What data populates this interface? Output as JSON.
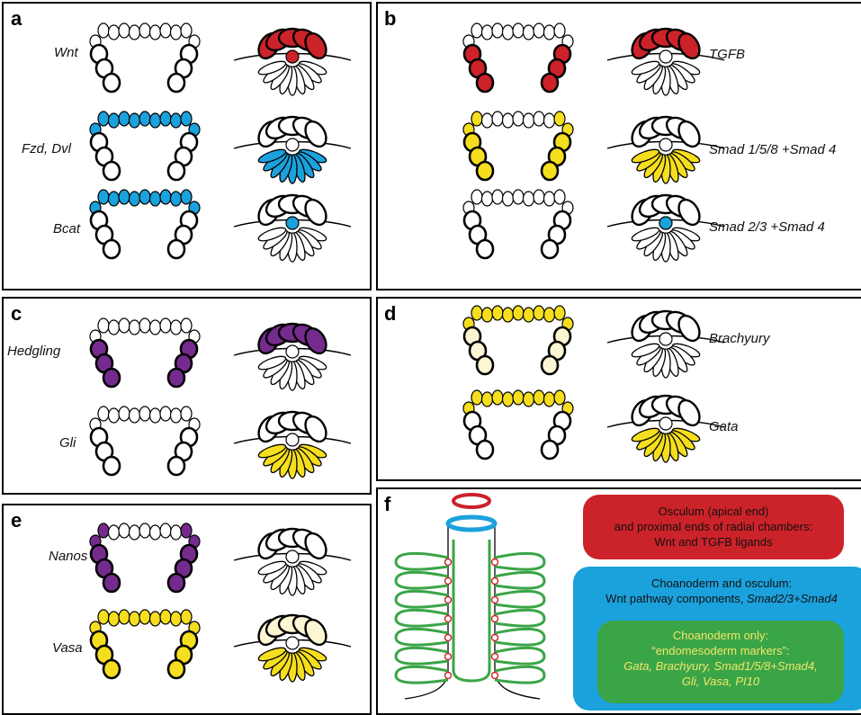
{
  "panels": {
    "a": {
      "letter": "a",
      "labels": [
        "Wnt",
        "Fzd, Dvl",
        "Bcat"
      ]
    },
    "b": {
      "letter": "b",
      "labels": [
        "TGFB",
        "Smad 1/5/8 +Smad 4",
        "Smad 2/3 +Smad 4"
      ]
    },
    "c": {
      "letter": "c",
      "labels": [
        "Hedgling",
        "Gli"
      ]
    },
    "d": {
      "letter": "d",
      "labels": [
        "Brachyury",
        "Gata"
      ]
    },
    "e": {
      "letter": "e",
      "labels": [
        "Nanos",
        "Vasa"
      ]
    },
    "f": {
      "letter": "f"
    }
  },
  "legend": {
    "red": {
      "lines": [
        "Osculum (apical end)",
        "and proximal ends of radial chambers:",
        "Wnt and TGFB ligands"
      ]
    },
    "blue": {
      "line1": "Choanoderm and osculum:",
      "line2_plain": "Wnt pathway components, ",
      "line2_italic": "Smad2/3+Smad4"
    },
    "green": {
      "lines": [
        "Choanoderm only:",
        "“endomesoderm markers”:",
        "Gata, Brachyury, Smad1/5/8+Smad4,",
        "Gli, Vasa, PI10"
      ]
    }
  },
  "colors": {
    "red": "#cc2229",
    "blue": "#1ba1dc",
    "yellow": "#f5de1f",
    "pale_yellow": "#fcf6d2",
    "purple": "#752b8d",
    "green": "#3aa547",
    "legend_text_yellow": "#f3e66b"
  },
  "diagrams": [
    {
      "panel": "a",
      "row": 0,
      "side_top": "white",
      "side_top_edge": "white",
      "side_bottom": "white",
      "side_sw": 3,
      "sec_top": "red",
      "sec_bottom": "white",
      "sec_sw": 3,
      "center": "red"
    },
    {
      "panel": "a",
      "row": 1,
      "side_top": "blue",
      "side_top_edge": "blue",
      "side_bottom": "white",
      "side_sw": 3,
      "sec_top": "white",
      "sec_bottom": "blue",
      "sec_sw": 3,
      "center": "white"
    },
    {
      "panel": "a",
      "row": 2,
      "side_top": "blue",
      "side_top_edge": "blue",
      "side_bottom": "white",
      "side_sw": 3,
      "sec_top": "white",
      "sec_bottom": "white",
      "sec_sw": 3,
      "center": "blue"
    },
    {
      "panel": "b",
      "row": 0,
      "side_top": "white",
      "side_top_edge": "white",
      "side_bottom": "red",
      "side_sw": 3,
      "sec_top": "red",
      "sec_bottom": "white",
      "sec_sw": 3,
      "center": "white"
    },
    {
      "panel": "b",
      "row": 1,
      "side_top": "white",
      "side_top_edge": "yellow",
      "side_bottom": "yellow",
      "side_sw": 3,
      "sec_top": "white",
      "sec_bottom": "yellow",
      "sec_sw": 3,
      "center": "white"
    },
    {
      "panel": "b",
      "row": 2,
      "side_top": "white",
      "side_top_edge": "white",
      "side_bottom": "white",
      "side_sw": 3,
      "sec_top": "white",
      "sec_bottom": "white",
      "sec_sw": 3,
      "center": "blue"
    },
    {
      "panel": "c",
      "row": 0,
      "side_top": "white",
      "side_top_edge": "white",
      "side_bottom": "purple",
      "side_sw": 3,
      "sec_top": "purple",
      "sec_bottom": "white",
      "sec_sw": 3,
      "center": "white"
    },
    {
      "panel": "c",
      "row": 1,
      "side_top": "white",
      "side_top_edge": "white",
      "side_bottom": "white",
      "side_sw": 3,
      "sec_top": "white",
      "sec_bottom": "yellow",
      "sec_sw": 3,
      "center": "white"
    },
    {
      "panel": "d",
      "row": 0,
      "side_top": "yellow",
      "side_top_edge": "yellow",
      "side_bottom": "pale_yellow",
      "side_sw": 3,
      "sec_top": "white",
      "sec_bottom": "white",
      "sec_sw": 3,
      "center": "white"
    },
    {
      "panel": "d",
      "row": 1,
      "side_top": "yellow",
      "side_top_edge": "yellow",
      "side_bottom": "white",
      "side_sw": 3,
      "sec_top": "white",
      "sec_bottom": "yellow",
      "sec_sw": 3,
      "center": "white"
    },
    {
      "panel": "e",
      "row": 0,
      "side_top": "white",
      "side_top_edge": "purple",
      "side_bottom": "purple",
      "side_sw": 3,
      "sec_top": "white",
      "sec_bottom": "white",
      "sec_sw": 3,
      "center": "white"
    },
    {
      "panel": "e",
      "row": 1,
      "side_top": "yellow",
      "side_top_edge": "yellow",
      "side_bottom": "yellow",
      "side_sw": 3,
      "sec_top": "pale_yellow",
      "sec_bottom": "yellow",
      "sec_sw": 3,
      "center": "white"
    }
  ]
}
